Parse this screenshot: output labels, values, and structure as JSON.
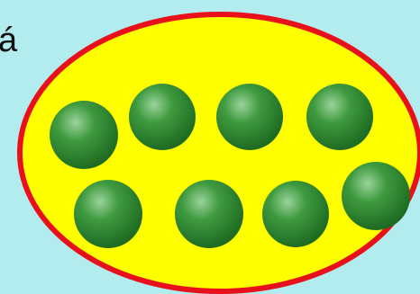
{
  "corner_text": "á",
  "colors": {
    "background": "#b3ecef",
    "set_fill": "#ffff00",
    "set_border": "#e8101a",
    "ball_highlight": "#9ad39a",
    "ball_mid": "#3f9a3f",
    "ball_shadow": "#1e6b22"
  },
  "set": {
    "shape": "ellipse",
    "item_icon": "green-ball-icon",
    "item_count": 8
  }
}
